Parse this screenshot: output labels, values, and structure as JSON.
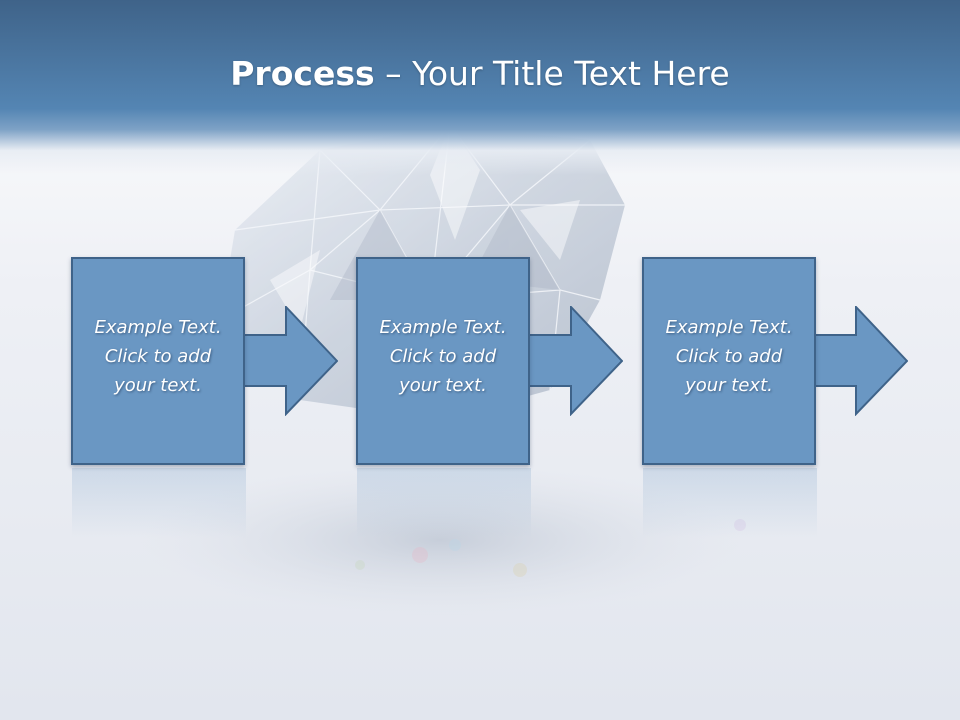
{
  "slide": {
    "title_bold": "Process",
    "title_rest": " – Your Title Text Here"
  },
  "steps": [
    {
      "line1": "Example Text.",
      "line2": "Click  to add",
      "line3": "your text."
    },
    {
      "line1": "Example Text.",
      "line2": "Click  to add",
      "line3": "your text."
    },
    {
      "line1": "Example Text.",
      "line2": "Click  to add",
      "line3": "your text."
    }
  ],
  "colors": {
    "header": "#4f7faf",
    "box_fill": "#6a97c3",
    "box_border": "#3f6389",
    "text": "#ffffff"
  },
  "background_image": "diamond"
}
